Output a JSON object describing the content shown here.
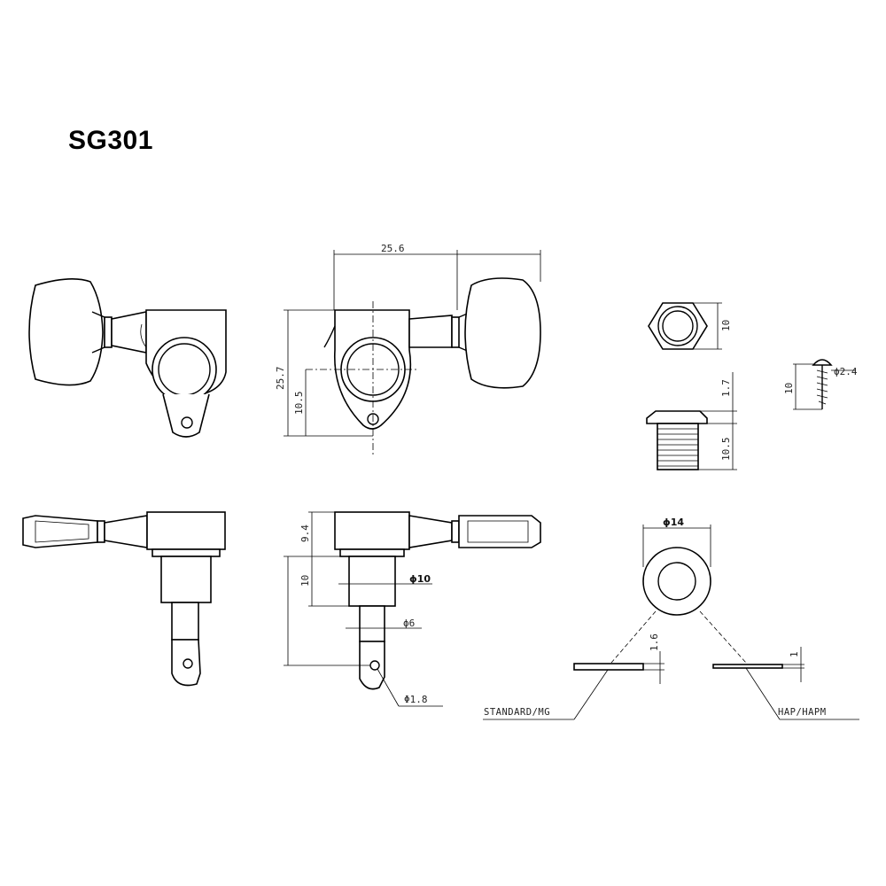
{
  "title": "SG301",
  "dimensions": {
    "overall_width": "25.6",
    "height_total": "25.7",
    "height_center": "10.5",
    "nut_width": "10",
    "bushing_top": "1.7",
    "bushing_thread": "10.5",
    "screw_diameter": "ϕ2.4",
    "screw_length": "10",
    "post_top": "9.4",
    "post_length": "10",
    "post_diameter_10": "ϕ10",
    "post_diameter_6": "ϕ6",
    "hole_diameter": "Φ1.8",
    "washer_diameter": "ϕ14",
    "washer_standard_thickness": "1.6",
    "washer_hap_thickness": "1"
  },
  "labels": {
    "washer_standard": "STANDARD/MG",
    "washer_hap": "HAP/HAPM"
  }
}
